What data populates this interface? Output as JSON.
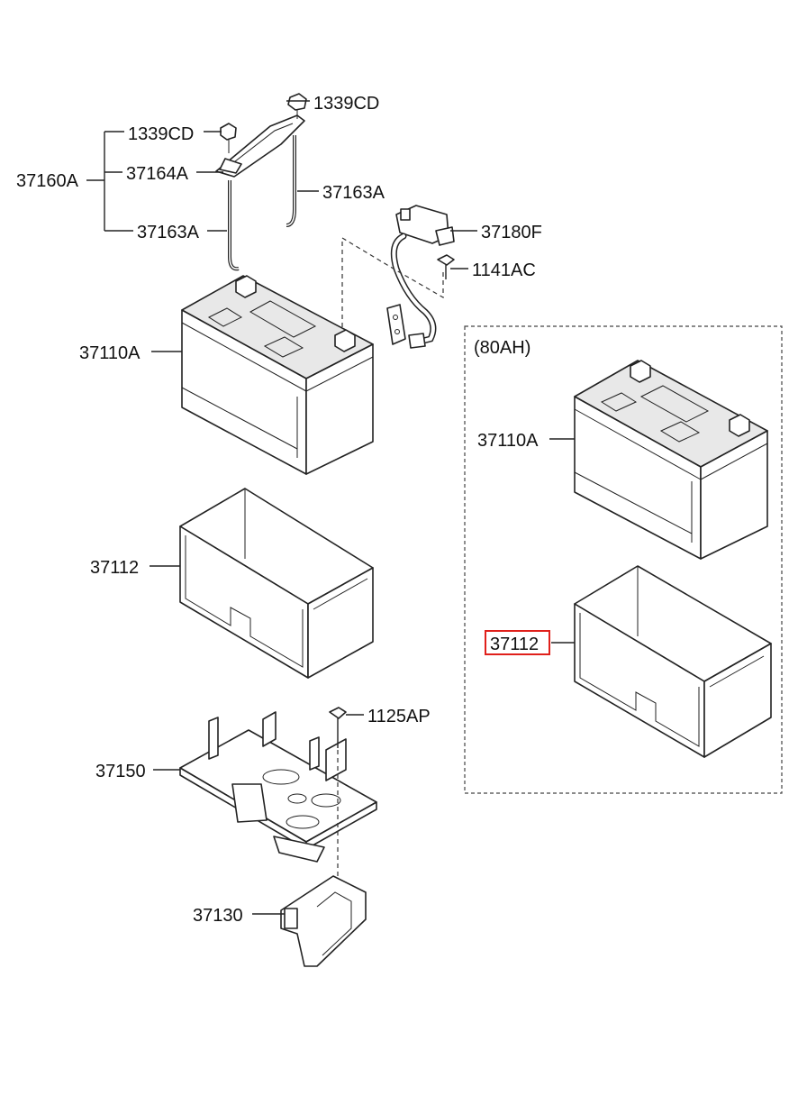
{
  "labels": {
    "l1339cd_top": "1339CD",
    "l1339cd_left": "1339CD",
    "l37160a": "37160A",
    "l37164a": "37164A",
    "l37163a_right": "37163A",
    "l37163a_left": "37163A",
    "l37180f": "37180F",
    "l1141ac": "1141AC",
    "l37110a_main": "37110A",
    "l37112_main": "37112",
    "l1125ap": "1125AP",
    "l37150": "37150",
    "l37130": "37130",
    "variant_title": "(80AH)",
    "l37110a_alt": "37110A",
    "l37112_alt": "37112"
  },
  "highlight": {
    "label": "37112",
    "color": "#e0201b"
  }
}
